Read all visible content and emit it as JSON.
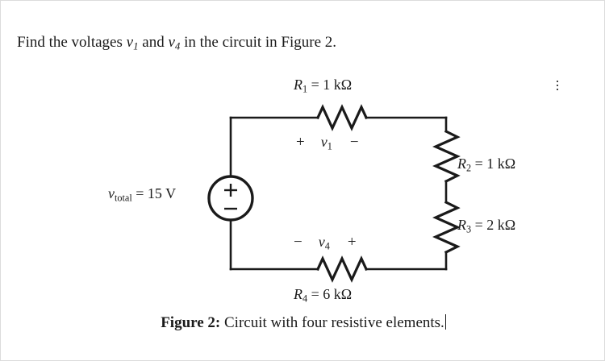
{
  "document": {
    "prompt": {
      "part1": "Find the voltages ",
      "var1": "v",
      "var1_sub": "1",
      "part2": " and ",
      "var2": "v",
      "var2_sub": "4",
      "part3": " in the circuit in Figure 2."
    },
    "caption": {
      "bold": "Figure 2:",
      "text": " Circuit with four resistive elements."
    }
  },
  "circuit": {
    "title": "Circuit with four resistive elements",
    "source": {
      "name": "voltage-source",
      "label_var": "v",
      "label_sub": "total",
      "label_equals": " = 15 V",
      "value": "15 V",
      "plus_sign": "+",
      "minus_sign": "−",
      "position": "left-branch"
    },
    "resistors": [
      {
        "id": "R1",
        "name": "resistor-r1",
        "symbol": "R",
        "subscript": "1",
        "equals": " = 1 kΩ",
        "value": "1 kΩ",
        "orientation": "horizontal",
        "position": "top-branch"
      },
      {
        "id": "R2",
        "name": "resistor-r2",
        "symbol": "R",
        "subscript": "2",
        "equals": " = 1 kΩ",
        "value": "1 kΩ",
        "orientation": "vertical",
        "position": "right-branch-upper"
      },
      {
        "id": "R3",
        "name": "resistor-r3",
        "symbol": "R",
        "subscript": "3",
        "equals": " = 2 kΩ",
        "value": "2 kΩ",
        "orientation": "vertical",
        "position": "right-branch-lower"
      },
      {
        "id": "R4",
        "name": "resistor-r4",
        "symbol": "R",
        "subscript": "4",
        "equals": " = 6 kΩ",
        "value": "6 kΩ",
        "orientation": "horizontal",
        "position": "bottom-branch"
      }
    ],
    "voltage_labels": [
      {
        "id": "v1",
        "name": "voltage-label-v1",
        "symbol": "v",
        "subscript": "1",
        "left_sign": "+",
        "right_sign": "−",
        "across": "R1",
        "position": "below-top-branch"
      },
      {
        "id": "v4",
        "name": "voltage-label-v4",
        "symbol": "v",
        "subscript": "4",
        "left_sign": "−",
        "right_sign": "+",
        "across": "R4",
        "position": "above-bottom-branch"
      }
    ],
    "colors": {
      "wire": "#1a1a1a",
      "background": "#ffffff",
      "text": "#1a1a1a"
    }
  }
}
